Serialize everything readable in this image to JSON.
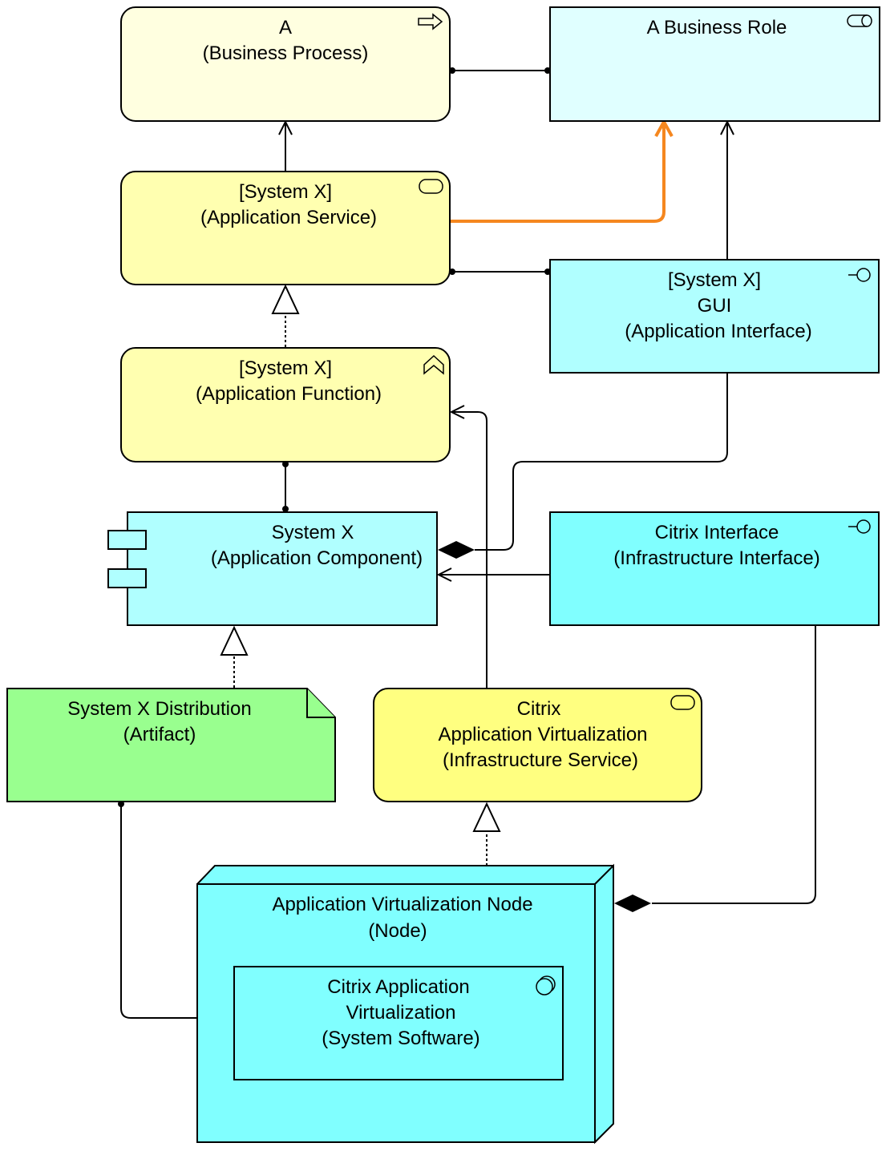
{
  "diagram": {
    "colors": {
      "business_process": "#ffffe0",
      "business_role": "#e0ffff",
      "application_yellow": "#ffffb0",
      "application_blue": "#b0ffff",
      "technology_blue": "#80ffff",
      "technology_yellow": "#ffff80",
      "artifact_green": "#99ff8f",
      "highlight_orange": "#f5871f"
    },
    "elements": {
      "business_process": {
        "lines": [
          "A",
          "(Business Process)"
        ],
        "icon": "process-arrow-icon"
      },
      "business_role": {
        "lines": [
          "A Business Role"
        ],
        "icon": "role-cylinder-icon"
      },
      "app_service": {
        "lines": [
          "[System X]",
          "(Application Service)"
        ],
        "icon": "service-pill-icon"
      },
      "app_interface": {
        "lines": [
          "[System X]",
          "GUI",
          "(Application Interface)"
        ],
        "icon": "interface-lollipop-icon"
      },
      "app_function": {
        "lines": [
          "[System X]",
          "(Application Function)"
        ],
        "icon": "function-chevron-icon"
      },
      "app_component": {
        "lines": [
          "System X",
          "(Application Component)"
        ],
        "icon": "component-icon"
      },
      "infra_interface": {
        "lines": [
          "Citrix Interface",
          "(Infrastructure Interface)"
        ],
        "icon": "interface-lollipop-icon"
      },
      "artifact": {
        "lines": [
          "System X Distribution",
          "(Artifact)"
        ],
        "icon": "artifact-fold-icon"
      },
      "infra_service": {
        "lines": [
          "Citrix",
          "Application Virtualization",
          "(Infrastructure Service)"
        ],
        "icon": "service-pill-icon"
      },
      "node": {
        "lines": [
          "Application Virtualization Node",
          "(Node)"
        ],
        "icon": "node-box-icon"
      },
      "system_software": {
        "lines": [
          "Citrix Application",
          "Virtualization",
          "(System Software)"
        ],
        "icon": "system-software-icon"
      }
    }
  }
}
